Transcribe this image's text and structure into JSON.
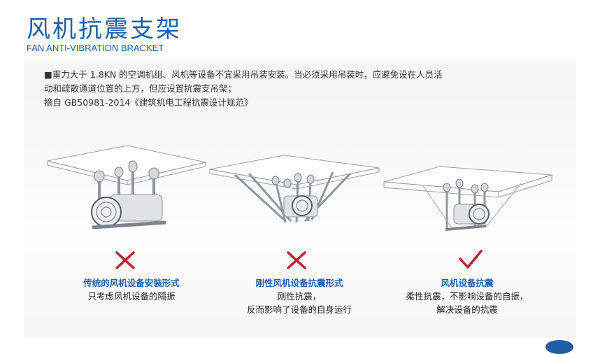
{
  "title": {
    "cn": "风机抗震支架",
    "en": "FAN ANTI-VIBRATION BRACKET"
  },
  "note": {
    "line1": "■重力大于 1.8KN 的空调机组、风机等设备不宜采用吊装安装。当必须采用吊装时，应避免设在人员活",
    "line2": "动和疏散通道位置的上方，但应设置抗震支吊架；",
    "line3": "摘自 GB50981-2014《建筑机电工程抗震设计规范》"
  },
  "items": [
    {
      "mark": "cross",
      "heading": "传统的风机设备安装形式",
      "lines": [
        "只考虑风机设备的隔振"
      ]
    },
    {
      "mark": "cross",
      "heading": "刚性风机设备抗震形式",
      "lines": [
        "刚性抗震，",
        "反而影响了设备的自身运行"
      ]
    },
    {
      "mark": "check",
      "heading": "风机设备抗震",
      "lines": [
        "柔性抗震，不影响设备的自振，",
        "解决设备的抗震"
      ]
    }
  ],
  "colors": {
    "brand_blue": "#1f5fa8",
    "cross_red": "#c0232e",
    "check_red": "#c0232e"
  },
  "icons": [
    "cross-icon",
    "cross-icon",
    "check-icon"
  ]
}
